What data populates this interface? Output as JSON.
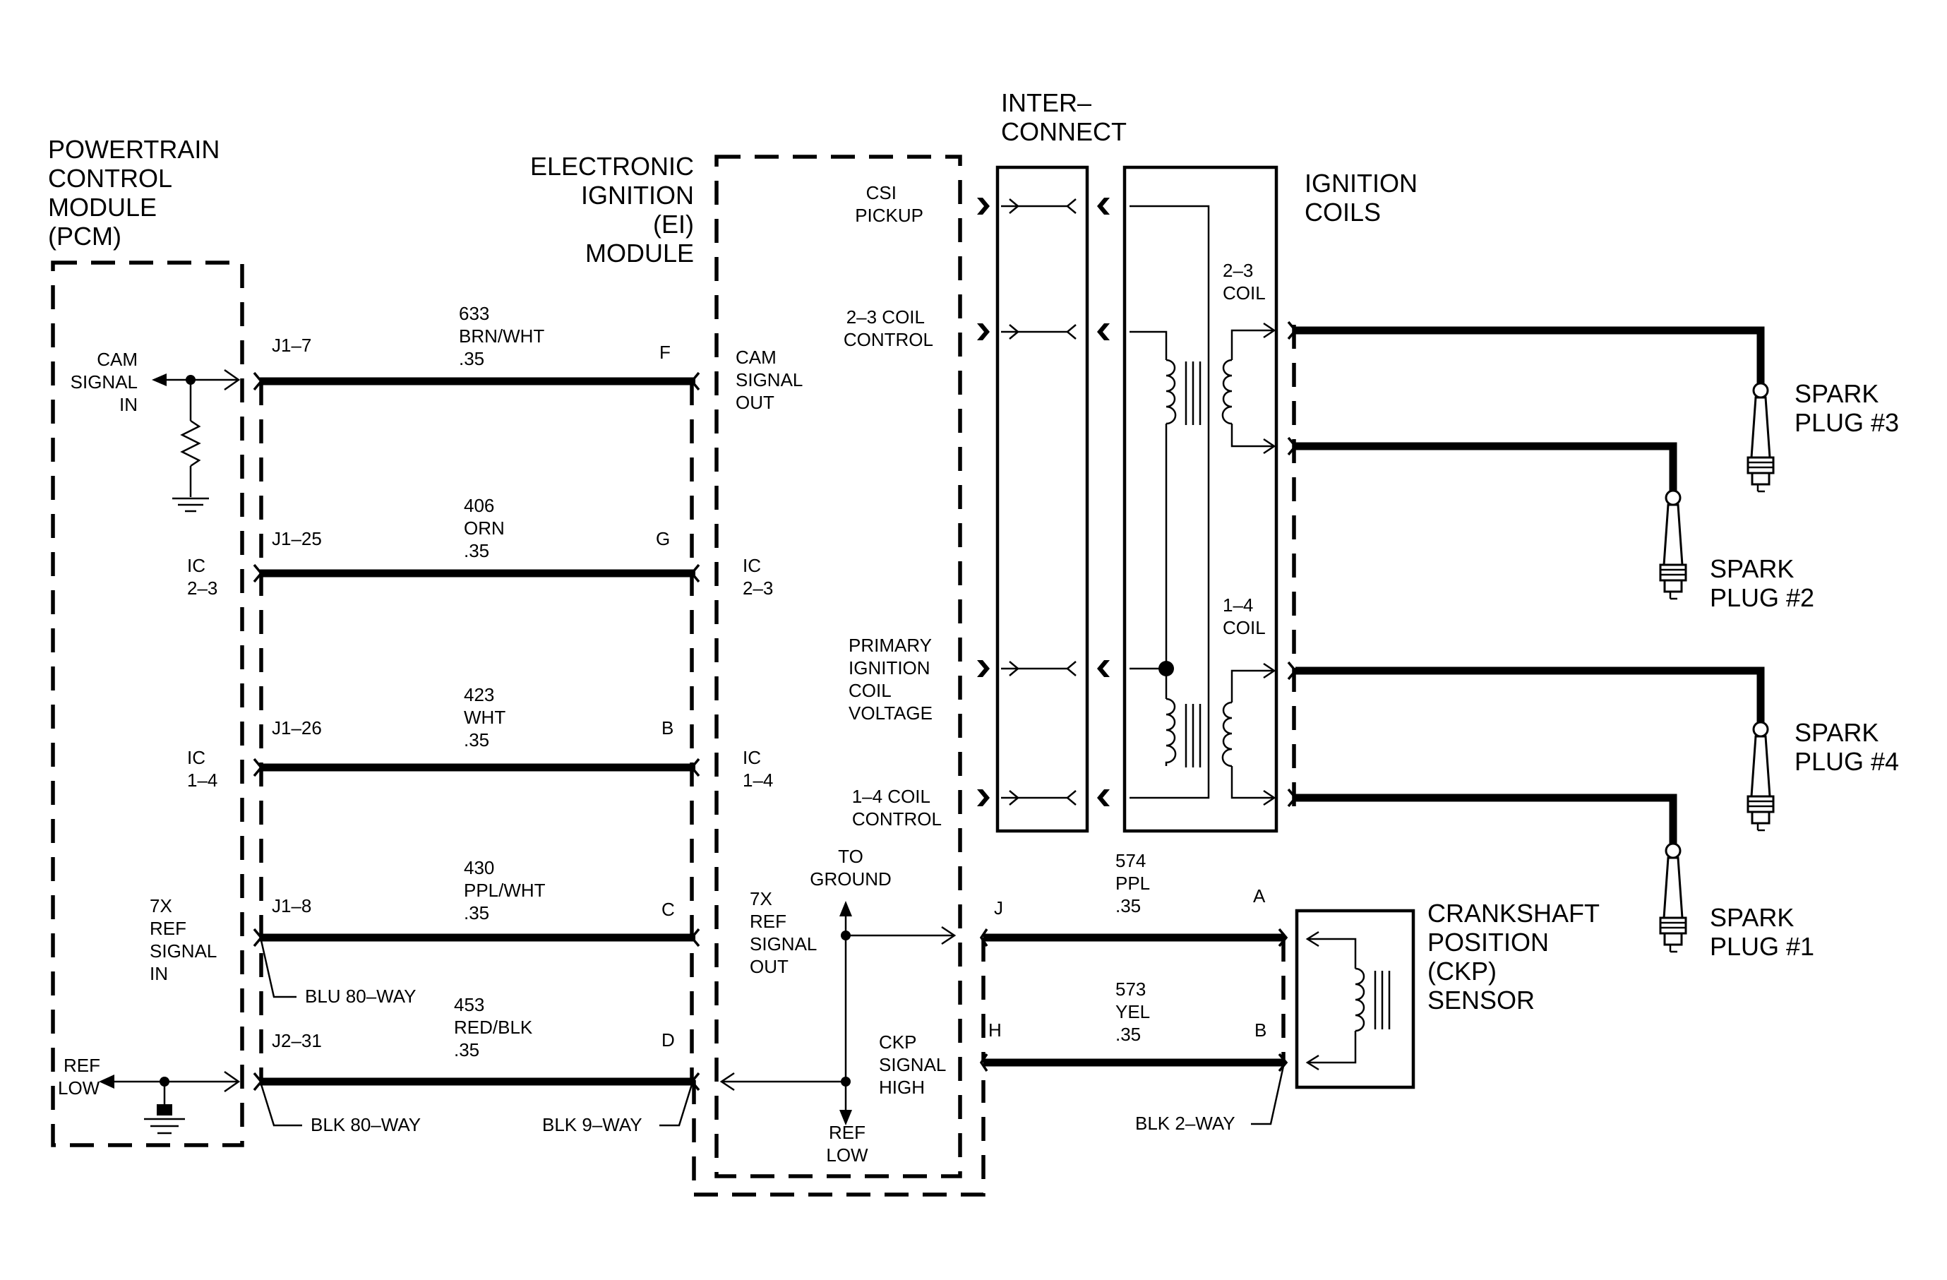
{
  "components": {
    "pcm": [
      "POWERTRAIN",
      "CONTROL",
      "MODULE",
      "(PCM)"
    ],
    "ei_module": [
      "ELECTRONIC",
      "IGNITION",
      "(EI)",
      "MODULE"
    ],
    "interconnect": [
      "INTER–",
      "CONNECT"
    ],
    "ignition_coils": [
      "IGNITION",
      "COILS"
    ],
    "ckp_sensor": [
      "CRANKSHAFT",
      "POSITION",
      "(CKP)",
      "SENSOR"
    ]
  },
  "pcm_pins": {
    "cam_signal_in": [
      "CAM",
      "SIGNAL",
      "IN"
    ],
    "ic_23": [
      "IC",
      "2–3"
    ],
    "ic_14": [
      "IC",
      "1–4"
    ],
    "ref_signal_in": [
      "7X",
      "REF",
      "SIGNAL",
      "IN"
    ],
    "ref_low": [
      "REF",
      "LOW"
    ]
  },
  "ei_pins": {
    "cam_signal_out": [
      "CAM",
      "SIGNAL",
      "OUT"
    ],
    "ic_23": [
      "IC",
      "2–3"
    ],
    "ic_14": [
      "IC",
      "1–4"
    ],
    "ref_signal_out": [
      "7X",
      "REF",
      "SIGNAL",
      "OUT"
    ],
    "to_ground": [
      "TO",
      "GROUND"
    ],
    "ckp_signal_high": [
      "CKP",
      "SIGNAL",
      "HIGH"
    ],
    "ref_low": [
      "REF",
      "LOW"
    ],
    "csi_pickup": [
      "CSI",
      "PICKUP"
    ],
    "coil_23_control": [
      "2–3 COIL",
      "CONTROL"
    ],
    "primary_voltage": [
      "PRIMARY",
      "IGNITION",
      "COIL",
      "VOLTAGE"
    ],
    "coil_14_control": [
      "1–4 COIL",
      "CONTROL"
    ]
  },
  "circuits": [
    {
      "left_pin": "J1–7",
      "circuit": "633",
      "color": "BRN/WHT",
      "gauge": ".35",
      "right_pin": "F"
    },
    {
      "left_pin": "J1–25",
      "circuit": "406",
      "color": "ORN",
      "gauge": ".35",
      "right_pin": "G"
    },
    {
      "left_pin": "J1–26",
      "circuit": "423",
      "color": "WHT",
      "gauge": ".35",
      "right_pin": "B"
    },
    {
      "left_pin": "J1–8",
      "circuit": "430",
      "color": "PPL/WHT",
      "gauge": ".35",
      "right_pin": "C"
    },
    {
      "left_pin": "J2–31",
      "circuit": "453",
      "color": "RED/BLK",
      "gauge": ".35",
      "right_pin": "D"
    }
  ],
  "ckp_circuits": [
    {
      "left_pin": "J",
      "circuit": "574",
      "color": "PPL",
      "gauge": ".35",
      "right_pin": "A"
    },
    {
      "left_pin": "H",
      "circuit": "573",
      "color": "YEL",
      "gauge": ".35",
      "right_pin": "B"
    }
  ],
  "connectors": {
    "blu80": "BLU 80–WAY",
    "blk80": "BLK 80–WAY",
    "blk9": "BLK 9–WAY",
    "blk2": "BLK 2–WAY"
  },
  "coils": {
    "coil_23": [
      "2–3",
      "COIL"
    ],
    "coil_14": [
      "1–4",
      "COIL"
    ]
  },
  "spark_plugs": {
    "p3": [
      "SPARK",
      "PLUG #3"
    ],
    "p2": [
      "SPARK",
      "PLUG #2"
    ],
    "p4": [
      "SPARK",
      "PLUG #4"
    ],
    "p1": [
      "SPARK",
      "PLUG #1"
    ]
  }
}
